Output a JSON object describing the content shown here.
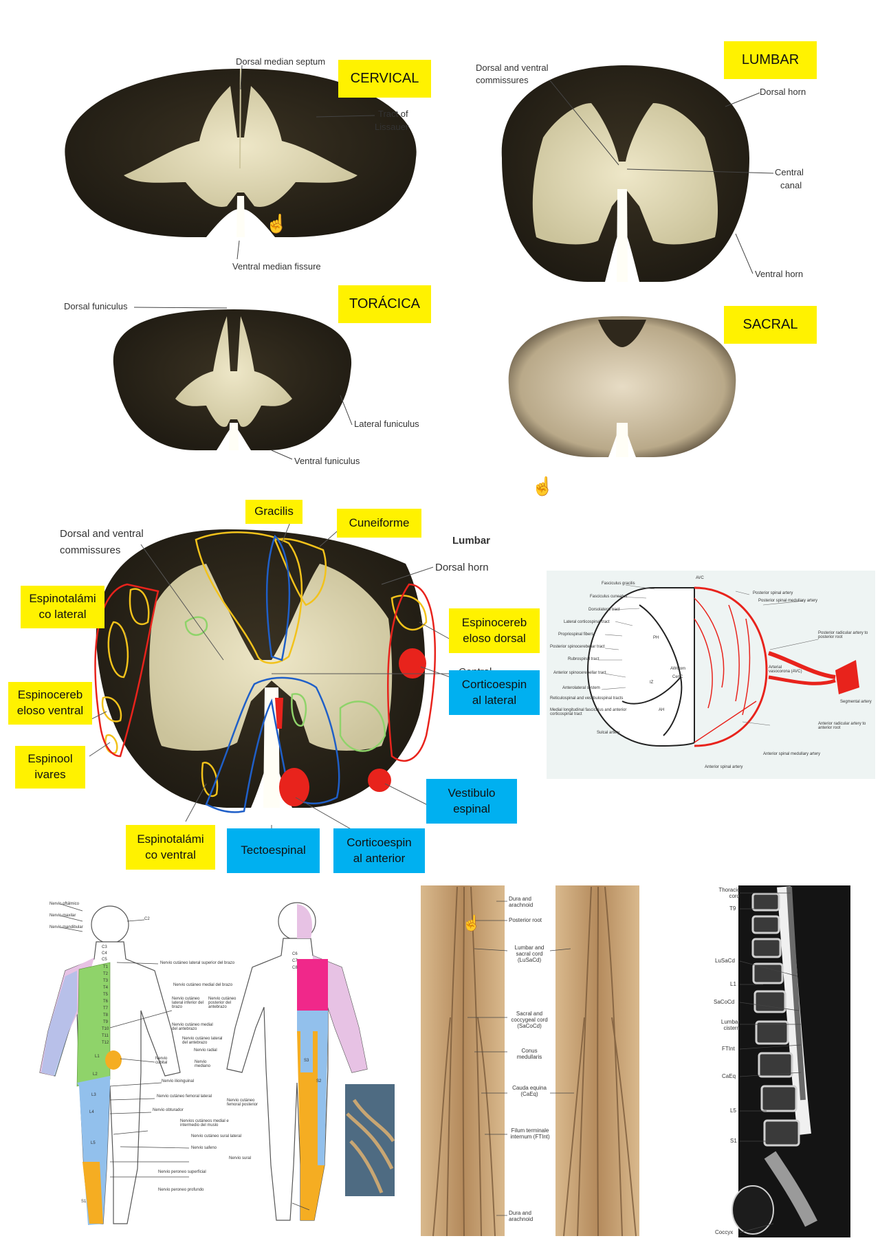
{
  "top": {
    "cervical": {
      "title": "CERVICAL",
      "labels": [
        "Dorsal median septum",
        "Tract of",
        "Lissauer",
        "Ventral median fissure"
      ]
    },
    "lumbar": {
      "title": "LUMBAR",
      "labels": [
        "Dorsal and ventral",
        "commissures",
        "Dorsal horn",
        "Central",
        "canal",
        "Ventral horn"
      ]
    },
    "thoracic": {
      "title": "TORÁCICA",
      "labels": [
        "Dorsal funiculus",
        "Lateral funiculus",
        "Ventral funiculus"
      ]
    },
    "sacral": {
      "title": "SACRAL"
    }
  },
  "tracts": {
    "header": "Lumbar",
    "labels": [
      "Dorsal and ventral",
      "commissures",
      "Dorsal horn",
      "Central"
    ],
    "yellow": [
      {
        "id": "gracilis",
        "text": "Gracilis"
      },
      {
        "id": "cuneiforme",
        "text": "Cuneiforme"
      },
      {
        "id": "espinotalamico-lateral",
        "line1": "Espinotalámi",
        "line2": "co lateral"
      },
      {
        "id": "espinocerebeloso-dorsal",
        "line1": "Espinocereb",
        "line2": "eloso dorsal"
      },
      {
        "id": "espinocerebeloso-ventral",
        "line1": "Espinocereb",
        "line2": "eloso ventral"
      },
      {
        "id": "espinoolivares",
        "line1": "Espinool",
        "line2": "ivares"
      },
      {
        "id": "espinotalamico-ventral",
        "line1": "Espinotalámi",
        "line2": "co ventral"
      }
    ],
    "blue": [
      {
        "id": "corticoespinal-lateral",
        "line1": "Corticoespin",
        "line2": "al lateral"
      },
      {
        "id": "vestibuloespinal",
        "line1": "Vestibulo",
        "line2": "espinal"
      },
      {
        "id": "tectoespinal",
        "text": "Tectoespinal"
      },
      {
        "id": "corticoespinal-anterior",
        "line1": "Corticoespin",
        "line2": "al anterior"
      }
    ]
  },
  "vascular": {
    "left_labels": [
      "Fasciculus gracilis",
      "Fasciculus cuneatus",
      "Dorsolateral tract",
      "Lateral corticospinal tract",
      "Propriospinal fibers",
      "Posterior spinocerebellar tract",
      "Rubrospinal tract",
      "Anterior spinocerebellar tract",
      "Anterolateral system",
      "Reticulospinal and vestibulospinal tracts",
      "Medial longitudinal fasciculus and anterior corticospinal tract",
      "Sulcal artery"
    ],
    "inner_labels": [
      "PH",
      "AWCom",
      "CenC",
      "IZ",
      "AH"
    ],
    "right_labels": [
      "AVC",
      "Posterior spinal artery",
      "Posterior spinal medullary artery",
      "Posterior radicular artery to posterior root",
      "Arterial vasocorona (AVC)",
      "Segmental artery",
      "Anterior radicular artery to anterior root",
      "Anterior spinal medullary artery",
      "Anterior spinal artery"
    ]
  },
  "dermatomes": {
    "front_left": [
      "Nervio oftálmico",
      "Nervio maxilar",
      "Nervio mandibular"
    ],
    "levels": [
      "C2",
      "C3",
      "C4",
      "C5",
      "C6",
      "C7",
      "C8",
      "T1",
      "T2",
      "T3",
      "T4",
      "T5",
      "T6",
      "T7",
      "T8",
      "T9",
      "T10",
      "T11",
      "T12",
      "L1",
      "L2",
      "L3",
      "L4",
      "L5",
      "S1",
      "S2",
      "S3"
    ],
    "nerves": [
      "Nervio cutáneo lateral superior del brazo",
      "Nervio cutáneo medial del brazo",
      "Nervio cutáneo lateral inferior del brazo",
      "Nervio cutáneo posterior del antebrazo",
      "Nervio cutáneo medial del antebrazo",
      "Nervio cutáneo lateral del antebrazo",
      "Nervio radial",
      "Nervio cubital",
      "Nervio mediano",
      "Nervio ilioinguinal",
      "Nervio cutáneo femoral lateral",
      "Nervio obturador",
      "Nervio cutáneo femoral posterior",
      "Nervios cutáneos medial e intermedio del muslo",
      "Nervio cutáneo sural lateral",
      "Nervio safeno",
      "Nervio sural",
      "Nervio peroneo superficial",
      "Nervio peroneo profundo"
    ]
  },
  "cauda": {
    "labels": [
      "Dura and arachnoid",
      "Posterior root",
      "Lumbar and sacral cord (LuSaCd)",
      "Sacral and coccygeal cord (SaCoCd)",
      "Conus medullaris",
      "Cauda equina (CaEq)",
      "Filum terminale internum (FTInt)",
      "Dura and arachnoid"
    ]
  },
  "mri": {
    "labels": [
      "Thoracic cord",
      "T9",
      "LuSaCd",
      "L1",
      "SaCoCd",
      "Lumbar cistern",
      "FTInt",
      "CaEq",
      "L5",
      "S1",
      "Coccyx"
    ]
  },
  "colors": {
    "yellow_tag": "#fff200",
    "blue_tag": "#00b0f0",
    "tract_yellow": "#f2c21b",
    "tract_red": "#e8231c",
    "tract_blue": "#1f5fc8",
    "tract_green": "#8fd36a"
  }
}
